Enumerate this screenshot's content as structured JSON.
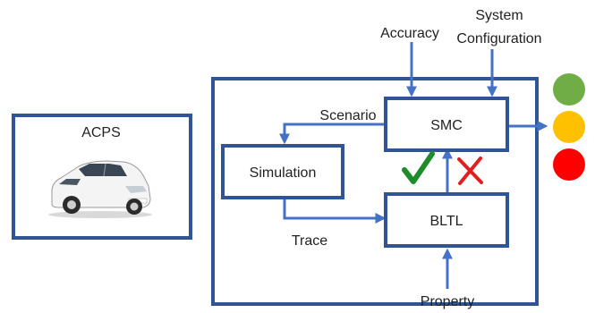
{
  "acps": {
    "title": "ACPS",
    "image": "car-image"
  },
  "blocks": {
    "smc": "SMC",
    "simulation": "Simulation",
    "bltl": "BLTL"
  },
  "inputs": {
    "accuracy": "Accuracy",
    "system_configuration_line1": "System",
    "system_configuration_line2": "Configuration",
    "property": "Property"
  },
  "edges": {
    "scenario": "Scenario",
    "trace": "Trace"
  },
  "verdict_icons": [
    "check-icon",
    "cross-icon"
  ],
  "traffic_light": {
    "colors": [
      "#70ad47",
      "#ffc000",
      "#ff0000"
    ]
  },
  "colors": {
    "box_border": "#2f5597",
    "arrow": "#4472c4",
    "check": "#1e8c2a",
    "cross": "#e02020"
  }
}
